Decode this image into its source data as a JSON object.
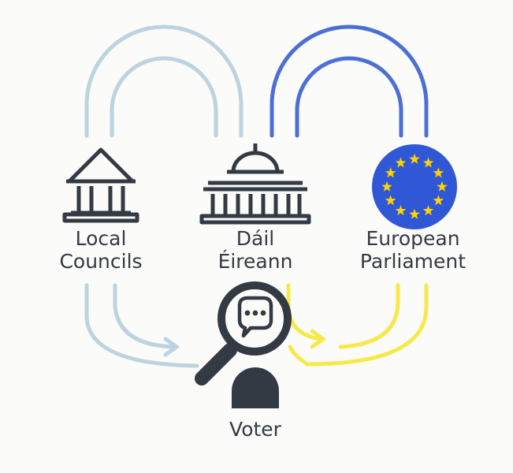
{
  "nodes": {
    "local_councils": {
      "line1": "Local",
      "line2": "Councils"
    },
    "dail_eireann": {
      "line1": "Dáil",
      "line2": "Éireann"
    },
    "european_parliament": {
      "line1": "European",
      "line2": "Parliament"
    },
    "voter": {
      "label": "Voter"
    }
  },
  "icons": {
    "local_councils": "classical-building-icon",
    "dail_eireann": "domed-parliament-building-icon",
    "european_parliament": "eu-flag-icon",
    "voter": "magnifying-glass-speech-bubble-person-icon"
  },
  "colors": {
    "light_blue": "#bcd3e0",
    "blue": "#4c6fd6",
    "yellow": "#f7e94a",
    "eu_blue": "#2f57d6",
    "eu_star": "#ffd400",
    "icon_dark": "#333a44",
    "background": "#fbfbf9"
  }
}
